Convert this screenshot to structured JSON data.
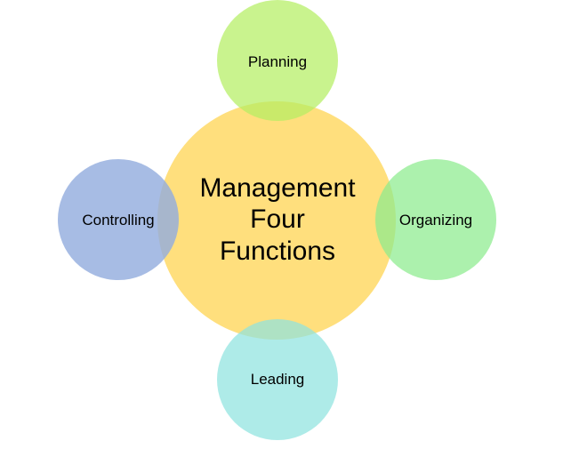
{
  "diagram": {
    "center": {
      "lines": [
        "Management",
        "Four",
        "Functions"
      ],
      "color": "#FFD966"
    },
    "satellites": [
      {
        "id": "planning",
        "label": "Planning",
        "color": "#B4EF62"
      },
      {
        "id": "organizing",
        "label": "Organizing",
        "color": "#8CEB8E"
      },
      {
        "id": "leading",
        "label": "Leading",
        "color": "#8FE3DF"
      },
      {
        "id": "controlling",
        "label": "Controlling",
        "color": "#94ADDE"
      }
    ]
  }
}
